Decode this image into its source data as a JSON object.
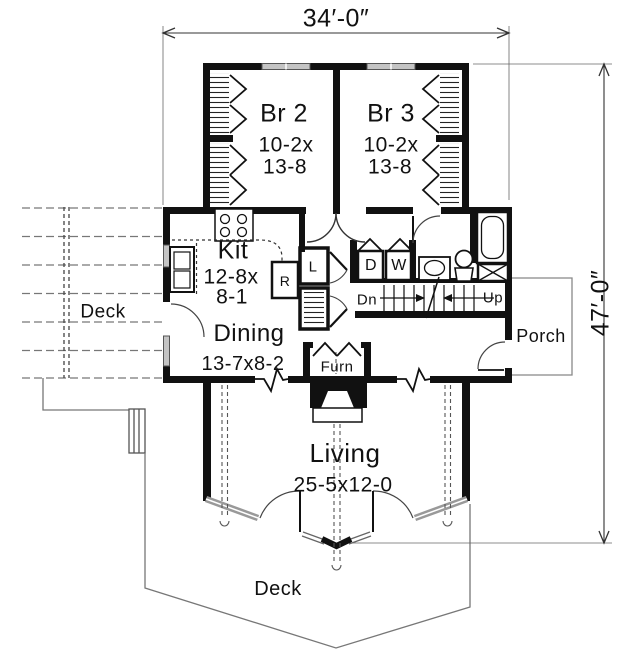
{
  "dims": {
    "width": "34′-0″",
    "height": "47′-0″"
  },
  "rooms": {
    "br2": {
      "name": "Br 2",
      "dim1": "10-2x",
      "dim2": "13-8"
    },
    "br3": {
      "name": "Br 3",
      "dim1": "10-2x",
      "dim2": "13-8"
    },
    "kit": {
      "name": "Kit",
      "dim1": "12-8x",
      "dim2": "8-1"
    },
    "dining": {
      "name": "Dining",
      "dim": "13-7x8-2"
    },
    "living": {
      "name": "Living",
      "dim": "25-5x12-0"
    },
    "deck_left": "Deck",
    "deck_bottom": "Deck",
    "porch": "Porch",
    "furnace": "Furn"
  },
  "fixtures": {
    "dryer": "D",
    "washer": "W",
    "linen": "L",
    "fridge": "R"
  },
  "stairs": {
    "down": "Dn",
    "up": "Up"
  },
  "colors": {
    "wall": "#111111",
    "thin_line": "#888888",
    "window_fill": "#c4c4c4",
    "text": "#111111"
  }
}
